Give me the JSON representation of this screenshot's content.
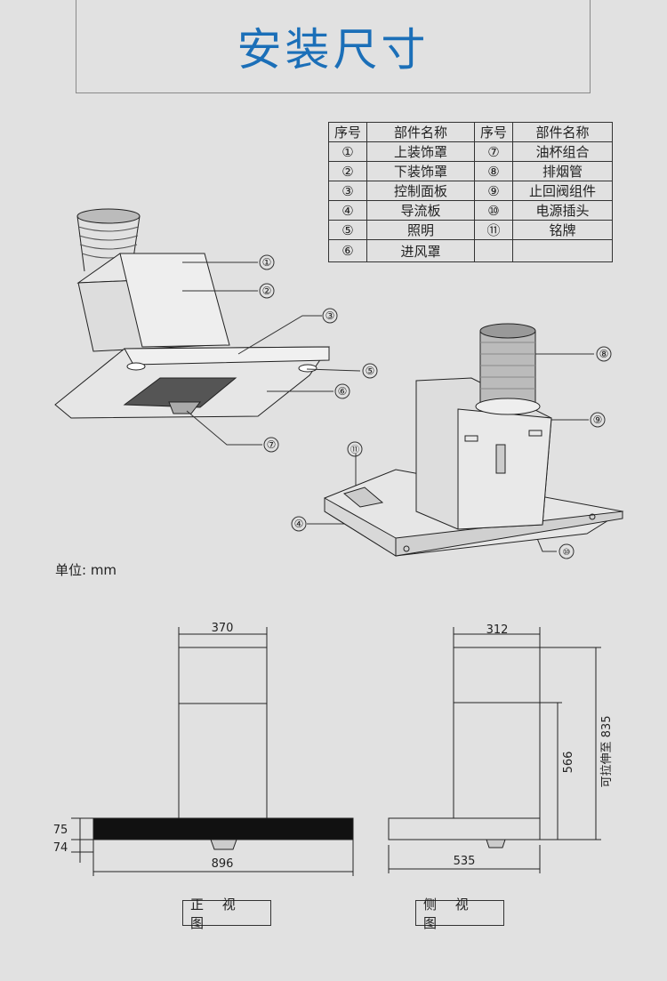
{
  "title": "安装尺寸",
  "parts_table": {
    "headers": [
      "序号",
      "部件名称",
      "序号",
      "部件名称"
    ],
    "rows": [
      [
        "①",
        "上装饰罩",
        "⑦",
        "油杯组合"
      ],
      [
        "②",
        "下装饰罩",
        "⑧",
        "排烟管"
      ],
      [
        "③",
        "控制面板",
        "⑨",
        "止回阀组件"
      ],
      [
        "④",
        "导流板",
        "⑩",
        "电源插头"
      ],
      [
        "⑤",
        "照明",
        "⑪",
        "铭牌"
      ],
      [
        "⑥",
        "进风罩",
        "",
        ""
      ]
    ]
  },
  "callouts": [
    "①",
    "②",
    "③",
    "④",
    "⑤",
    "⑥",
    "⑦",
    "⑧",
    "⑨",
    "⑩",
    "⑪"
  ],
  "unit": "单位: mm",
  "front_view": {
    "label": "正 视 图",
    "width_top": "370",
    "width_total": "896",
    "h1": "75",
    "h2": "74"
  },
  "side_view": {
    "label": "侧 视 图",
    "width_top": "312",
    "depth": "535",
    "height": "566",
    "extend": "可拉伸至 835"
  },
  "colors": {
    "title": "#1b6fb8",
    "background": "#e1e1e1"
  }
}
